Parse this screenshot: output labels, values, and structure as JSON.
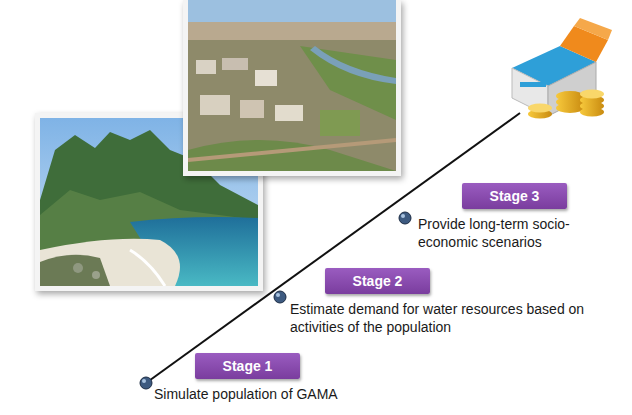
{
  "diagram": {
    "nodes": [
      {
        "text": [
          "Stage 1",
          "Simulate population of GAMA"
        ]
      },
      {
        "text": [
          "Stage 2",
          "Estimate demand for water resources based on activities of the population"
        ]
      },
      {
        "text": [
          "Stage 3",
          "Provide long-term socio-economic scenarios"
        ]
      }
    ]
  }
}
